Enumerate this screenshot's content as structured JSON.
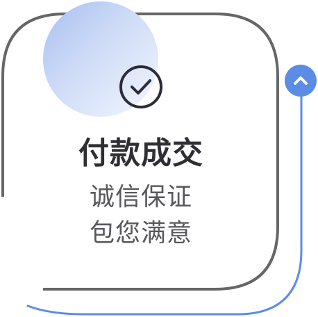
{
  "card": {
    "title": "付款成交",
    "subtitle_line1": "诚信保证",
    "subtitle_line2": "包您满意"
  },
  "icons": {
    "status": "check-circle-icon",
    "scroll": "chevron-up-icon"
  },
  "colors": {
    "frame": "#666666",
    "accent": "#5b8de6",
    "title": "#2f2f33",
    "subtitle": "#58585c",
    "circle_start": "#a7bff0",
    "circle_end": "#f3f6fd"
  }
}
